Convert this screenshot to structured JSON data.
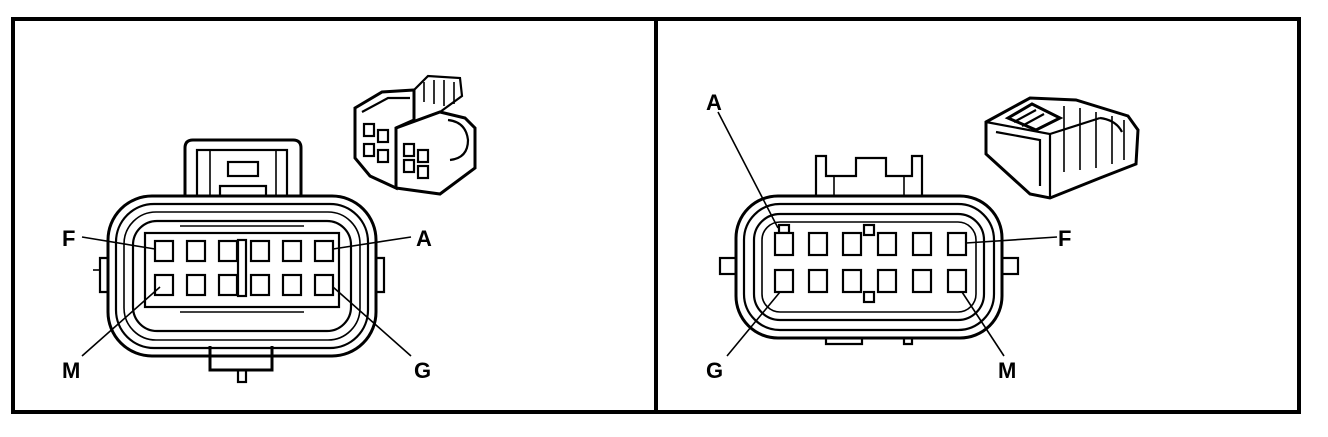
{
  "left_panel": {
    "pin_labels": {
      "top_left": "F",
      "top_right": "A",
      "bottom_left": "M",
      "bottom_right": "G"
    }
  },
  "right_panel": {
    "pin_labels": {
      "top_left": "A",
      "top_right": "F",
      "bottom_left": "G",
      "bottom_right": "M"
    }
  }
}
